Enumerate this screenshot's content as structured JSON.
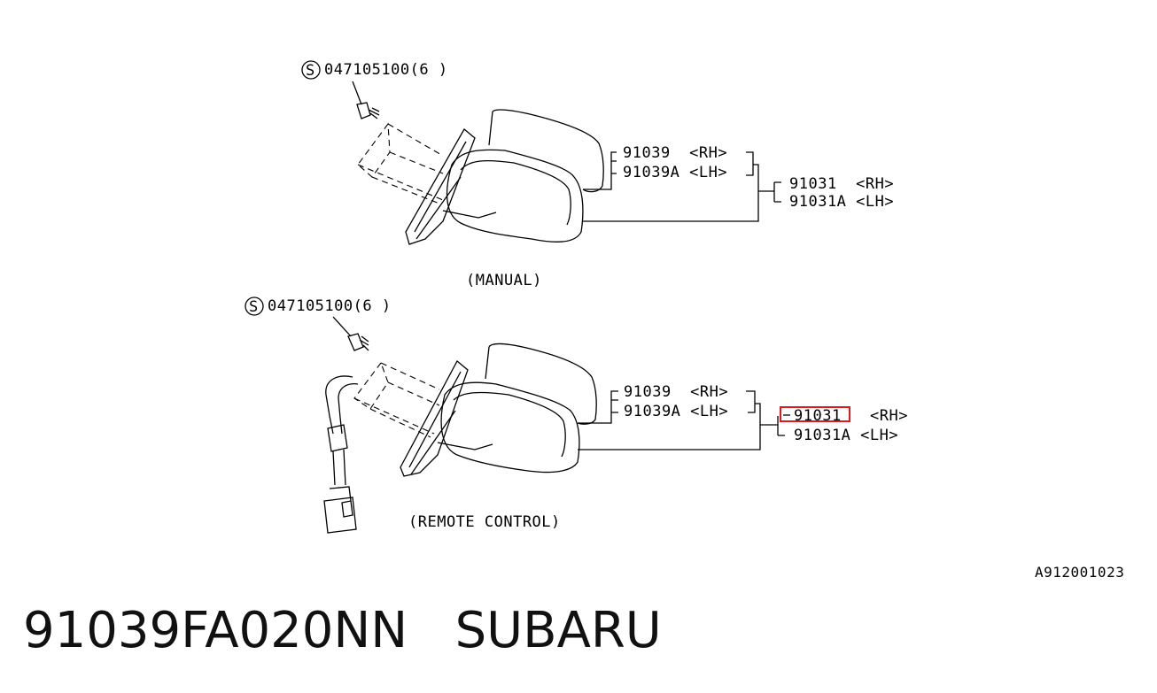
{
  "diagram": {
    "manual": {
      "screw_label": "047105100(6 )",
      "screw_symbol": "S",
      "glass_rh": "91039  <RH>",
      "glass_lh": "91039A <LH>",
      "mirror_rh": "91031  <RH>",
      "mirror_lh": "91031A <LH>",
      "title": "(MANUAL)"
    },
    "remote": {
      "screw_label": "047105100(6 )",
      "screw_symbol": "S",
      "glass_rh": "91039  <RH>",
      "glass_lh": "91039A <LH>",
      "mirror_rh": "91031",
      "mirror_rh_side": "<RH>",
      "mirror_lh": "91031A <LH>",
      "title": "(REMOTE CONTROL)"
    },
    "figure_id": "A912001023",
    "highlight_color": "#e0191f"
  },
  "caption": {
    "part_number": "91039FA020NN",
    "brand": "SUBARU"
  }
}
